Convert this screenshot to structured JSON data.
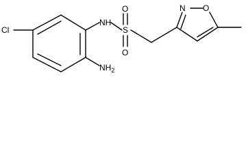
{
  "molecule": {
    "atoms": [
      {
        "id": "Cl",
        "label": "Cl"
      },
      {
        "id": "NH",
        "label": "NH"
      },
      {
        "id": "S",
        "label": "S"
      },
      {
        "id": "O1",
        "label": "O"
      },
      {
        "id": "O2",
        "label": "O"
      },
      {
        "id": "N_iso",
        "label": "N"
      },
      {
        "id": "O_iso",
        "label": "O"
      },
      {
        "id": "NH2",
        "label": "NH"
      },
      {
        "id": "NH2_sub",
        "label": "2"
      }
    ]
  },
  "colors": {
    "bond": "#000000",
    "text": "#000000",
    "background": "#ffffff"
  }
}
